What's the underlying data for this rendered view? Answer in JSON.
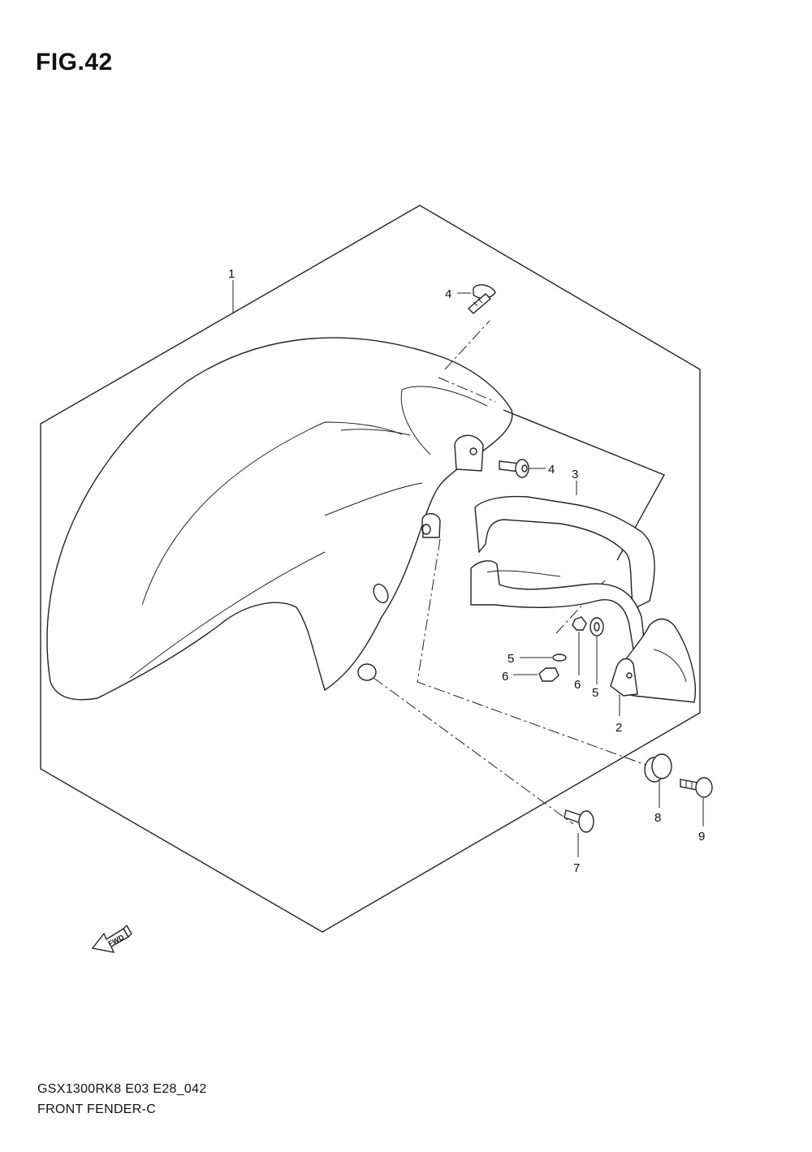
{
  "figure": {
    "title": "FIG.42"
  },
  "callouts": {
    "c1": "1",
    "c2": "2",
    "c3": "3",
    "c4a": "4",
    "c4b": "4",
    "c5a": "5",
    "c5b": "5",
    "c6a": "6",
    "c6b": "6",
    "c7": "7",
    "c8": "8",
    "c9": "9"
  },
  "fwd_arrow": {
    "label": "FWD"
  },
  "footer": {
    "model_code": "GSX1300RK8 E03 E28_042",
    "section_name": "FRONT FENDER-C"
  }
}
